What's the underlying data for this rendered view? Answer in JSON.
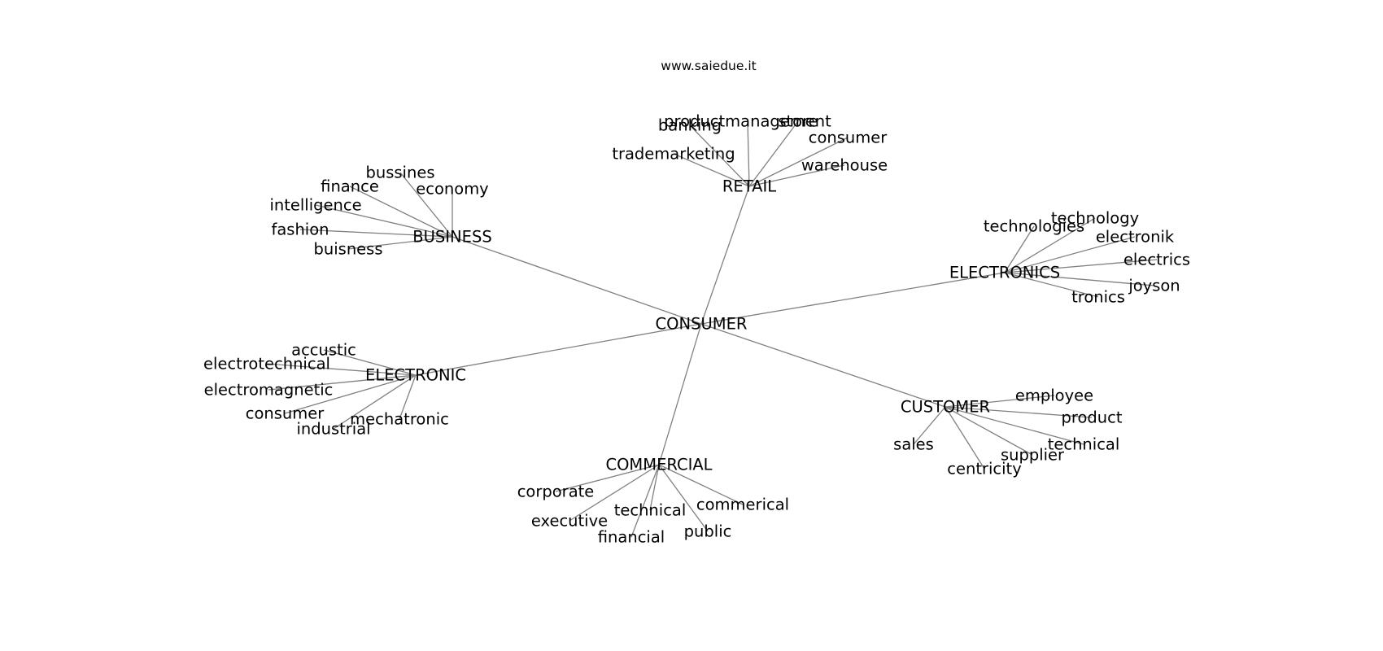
{
  "watermark": "www.saiedue.it",
  "graph": {
    "center": "CONSUMER",
    "hubs": [
      {
        "name": "RETAIL",
        "leaves": [
          "productmanagement",
          "banking",
          "store",
          "consumer",
          "trademarketing",
          "warehouse"
        ]
      },
      {
        "name": "BUSINESS",
        "leaves": [
          "bussines",
          "finance",
          "economy",
          "intelligence",
          "fashion",
          "buisness"
        ]
      },
      {
        "name": "ELECTRONICS",
        "leaves": [
          "technology",
          "technologies",
          "electronik",
          "electrics",
          "joyson",
          "tronics"
        ]
      },
      {
        "name": "ELECTRONIC",
        "leaves": [
          "accustic",
          "electrotechnical",
          "electromagnetic",
          "consumer",
          "mechatronic",
          "industrial"
        ]
      },
      {
        "name": "CUSTOMER",
        "leaves": [
          "employee",
          "product",
          "technical",
          "supplier",
          "sales",
          "centricity"
        ]
      },
      {
        "name": "COMMERCIAL",
        "leaves": [
          "corporate",
          "commerical",
          "technical",
          "executive",
          "public",
          "financial"
        ]
      }
    ]
  }
}
